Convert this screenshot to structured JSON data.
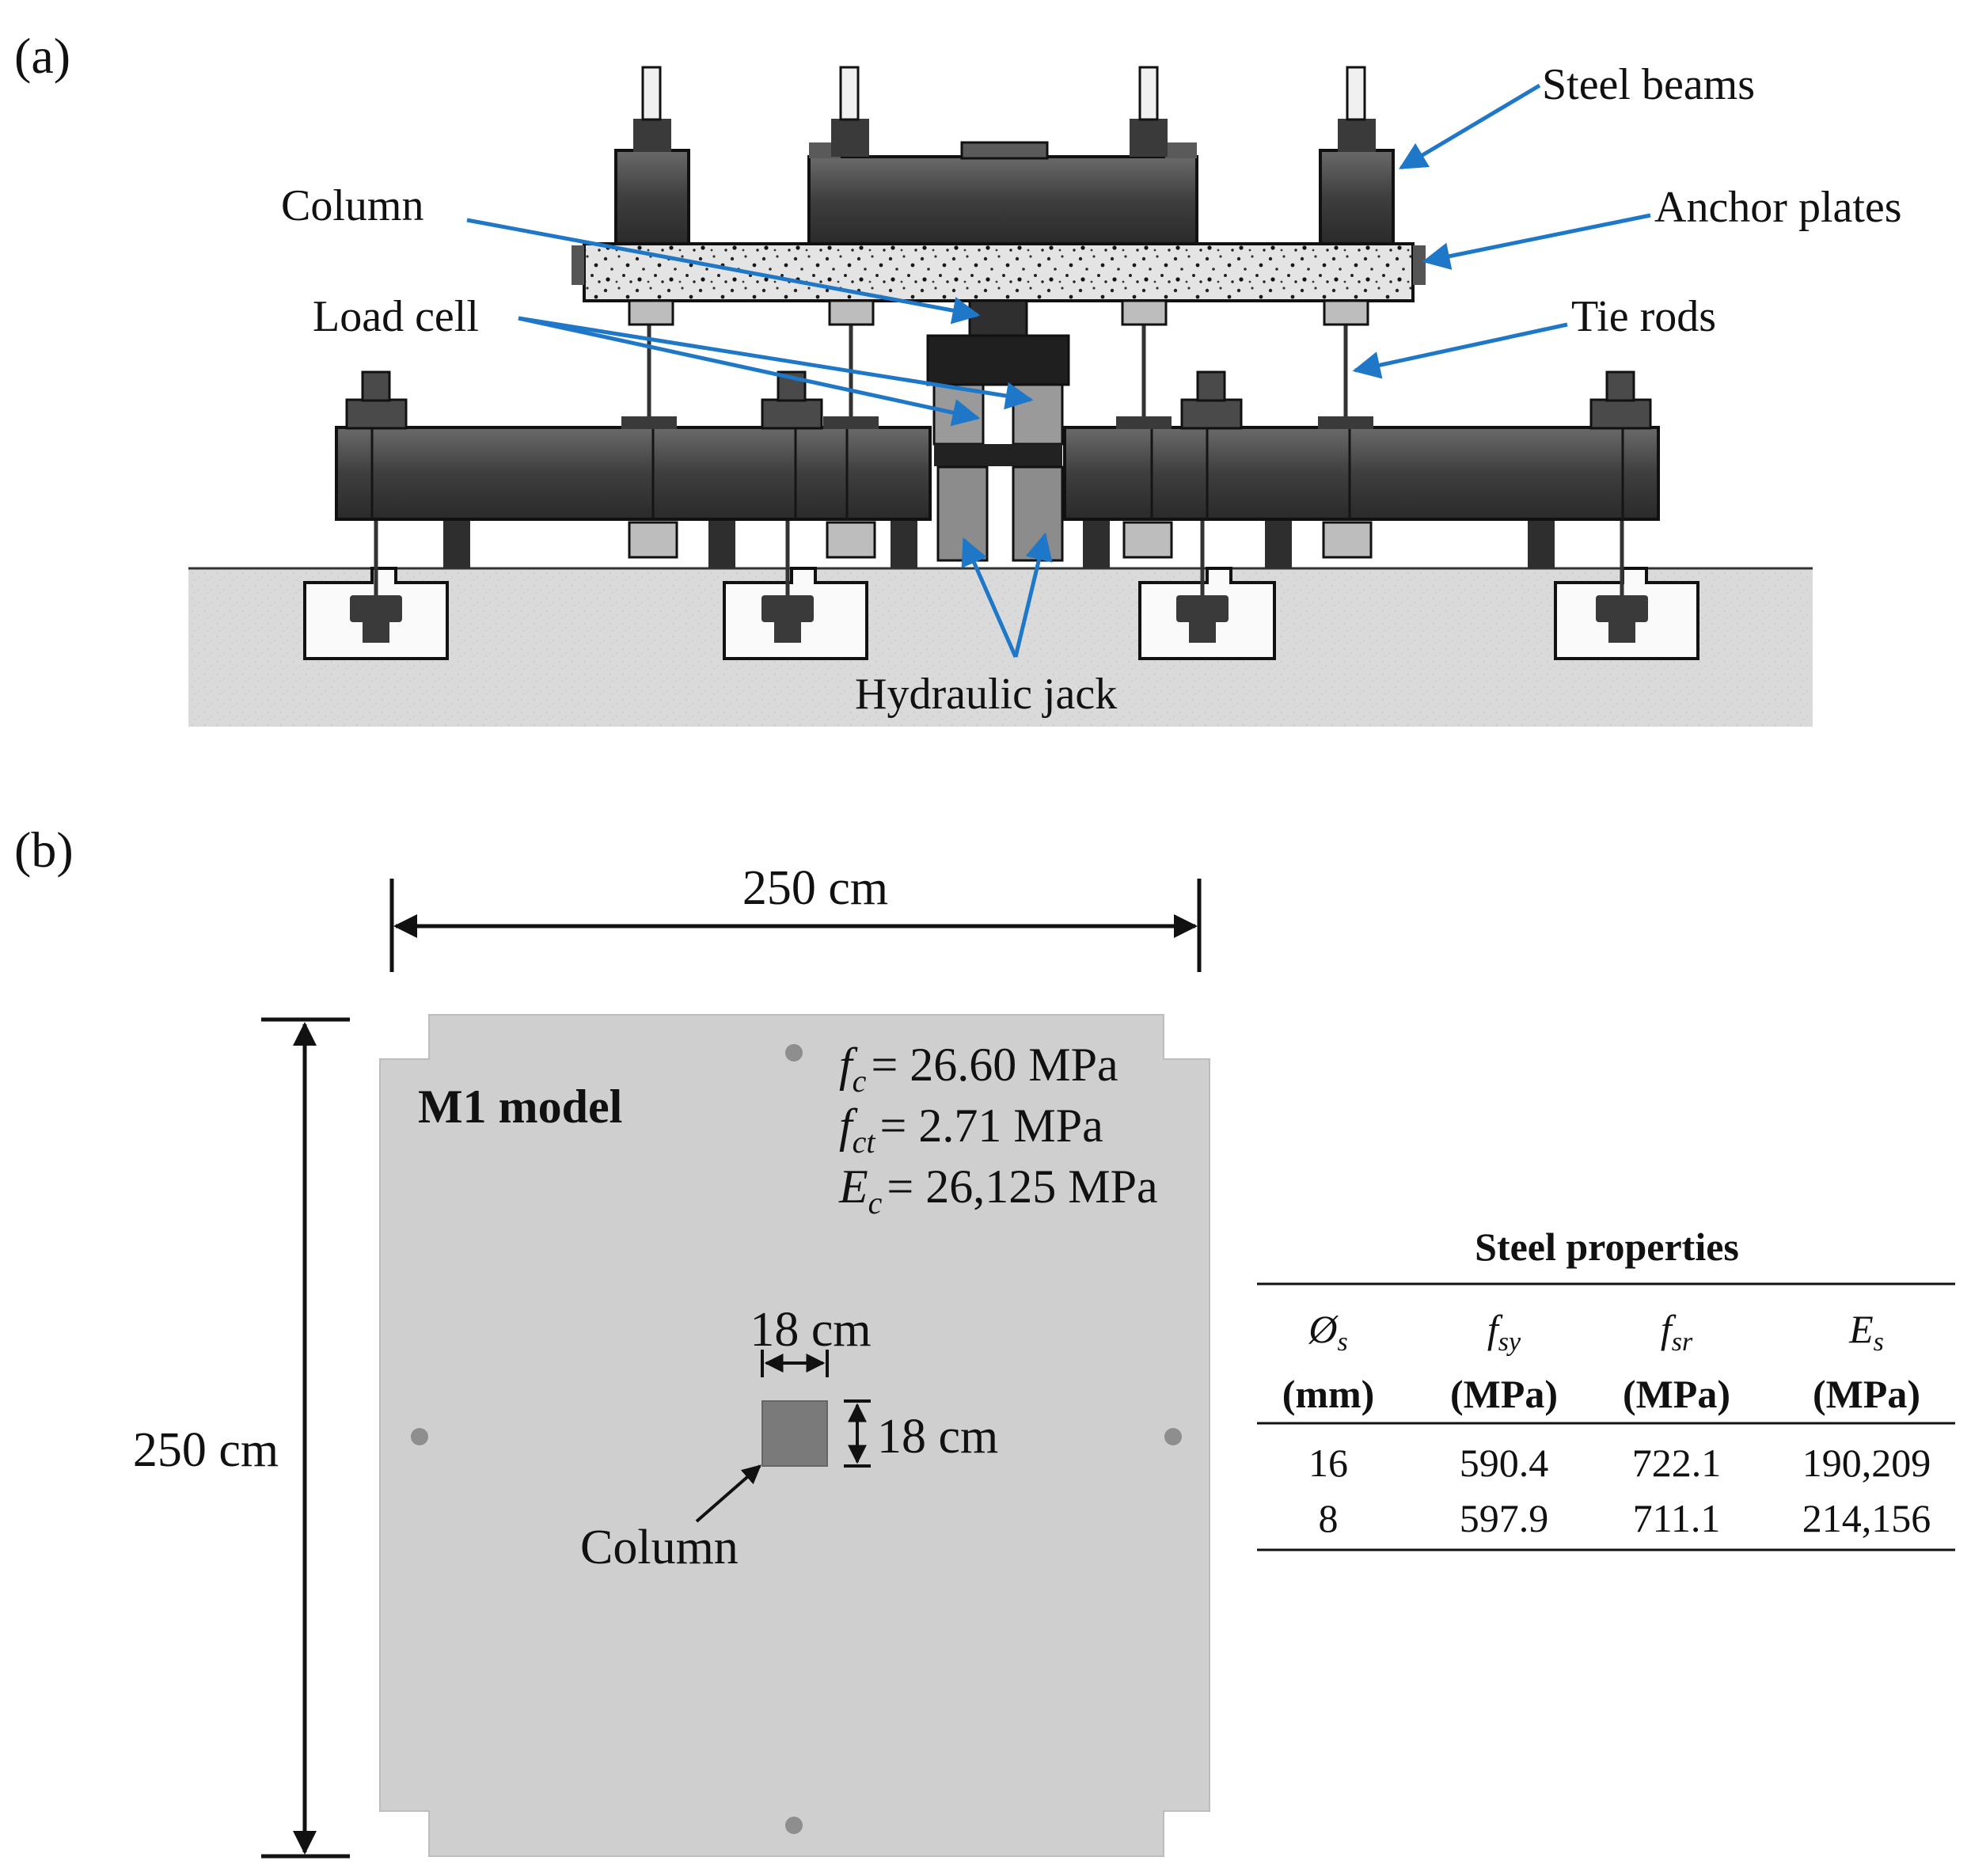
{
  "panel_a": {
    "tag": "(a)",
    "labels": {
      "steel_beams": "Steel beams",
      "column": "Column",
      "anchor_plates": "Anchor plates",
      "load_cell": "Load cell",
      "tie_rods": "Tie rods",
      "hydraulic_jack": "Hydraulic jack"
    },
    "colors": {
      "callout": "#1f77c8",
      "steel": "#4a4a4a",
      "ground": "#dcdcdc"
    }
  },
  "panel_b": {
    "tag": "(b)",
    "width_dim": "250 cm",
    "height_dim": "250 cm",
    "model_name": "M1 model",
    "column_width": "18 cm",
    "column_height": "18 cm",
    "column_label": "Column",
    "concrete": {
      "fc_sym": "f",
      "fc_sub": "c",
      "fc_val": "= 26.60 MPa",
      "fct_sym": "f",
      "fct_sub": "ct",
      "fct_val": "= 2.71 MPa",
      "ec_sym": "E",
      "ec_sub": "c",
      "ec_val": "= 26,125 MPa"
    }
  },
  "steel_table": {
    "title": "Steel properties",
    "headers": [
      {
        "sym": "Ø",
        "sub": "s",
        "unit": "(mm)"
      },
      {
        "sym": "f",
        "sub": "sy",
        "unit": "(MPa)"
      },
      {
        "sym": "f",
        "sub": "sr",
        "unit": "(MPa)"
      },
      {
        "sym": "E",
        "sub": "s",
        "unit": "(MPa)"
      }
    ],
    "rows": [
      [
        "16",
        "590.4",
        "722.1",
        "190,209"
      ],
      [
        "8",
        "597.9",
        "711.1",
        "214,156"
      ]
    ]
  }
}
